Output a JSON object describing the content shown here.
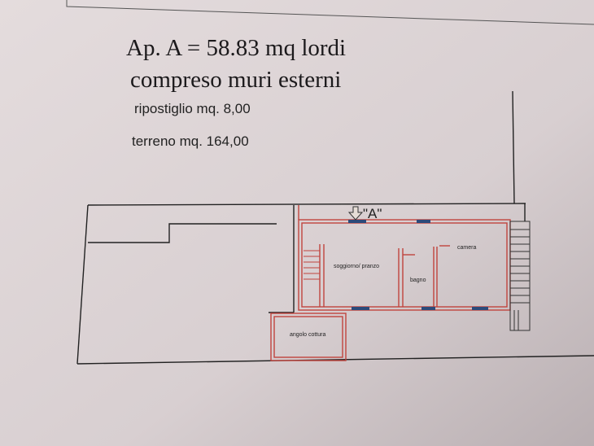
{
  "heading": {
    "line1": "Ap. A = 58.83 mq lordi",
    "line2": "compreso muri esterni",
    "storage": "ripostiglio mq. 8,00",
    "land": "terreno  mq. 164,00"
  },
  "plan": {
    "entrance_label": "\"A\"",
    "rooms": {
      "living": "soggiorno/ pranzo",
      "bathroom": "bagno",
      "bedroom": "camera",
      "kitchen": "angolo cottura"
    },
    "colors": {
      "wall": "#c0443e",
      "line": "#222222",
      "window": "#2c4a7a",
      "paper": "#dcd4d5"
    }
  }
}
